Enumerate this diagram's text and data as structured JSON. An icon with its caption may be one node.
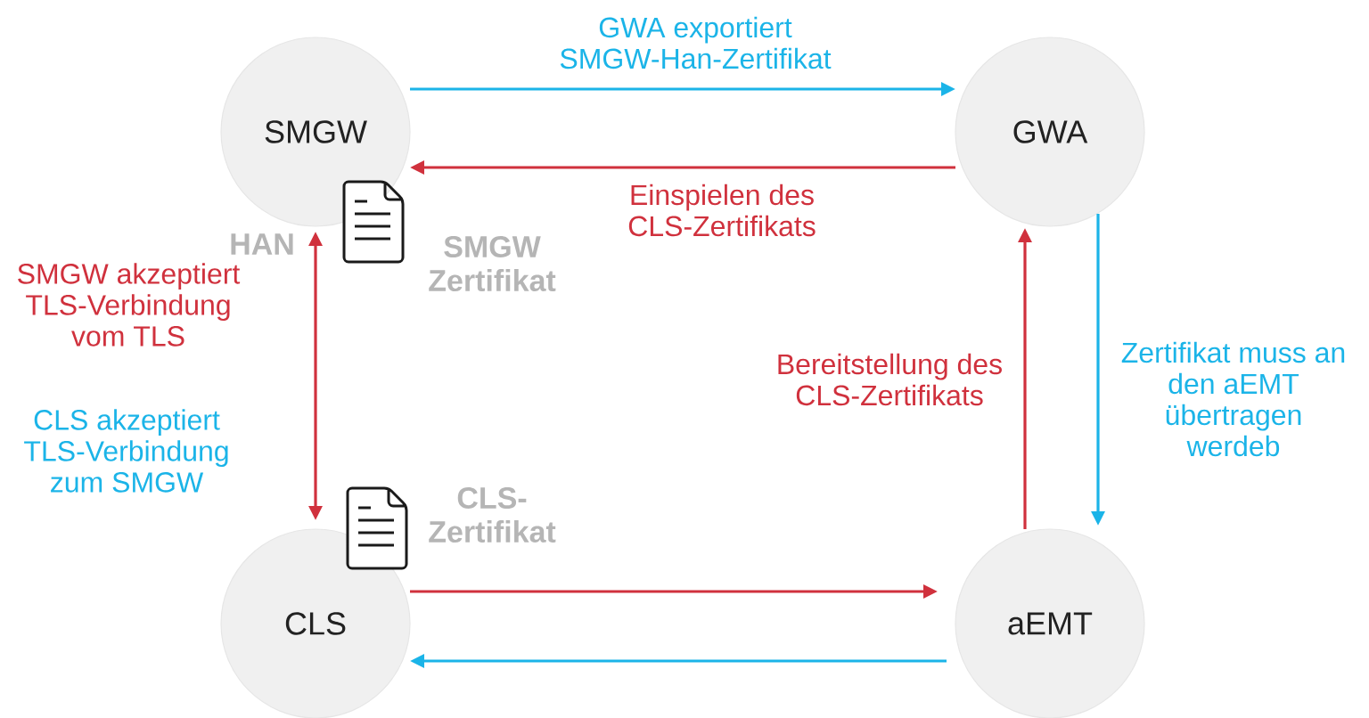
{
  "diagram": {
    "nodes": [
      {
        "text": [
          "SMGW"
        ]
      },
      {
        "text": [
          "GWA"
        ]
      },
      {
        "text": [
          "CLS"
        ]
      },
      {
        "text": [
          "aEMT"
        ]
      }
    ],
    "edges": [
      {
        "from": 0,
        "to": 1,
        "arrow": "to",
        "label": "GWA exportiert SMGW-Han-Zertifikat",
        "color": "#1bb4e8"
      },
      {
        "from": 1,
        "to": 0,
        "arrow": "to",
        "label": "Einspielen des CLS-Zertifikats",
        "color": "#d0313d"
      },
      {
        "from": 0,
        "to": 2,
        "arrow": "both",
        "label": "SMGW akzeptiert TLS-Verbindung vom TLS",
        "color": "#d0313d"
      },
      {
        "from": 2,
        "to": 3,
        "arrow": "to",
        "color": "#d0313d"
      },
      {
        "from": 3,
        "to": 2,
        "arrow": "to",
        "color": "#1bb4e8"
      },
      {
        "from": 3,
        "to": 1,
        "arrow": "to",
        "label": "Bereitstellung des CLS-Zertifikats",
        "color": "#d0313d"
      },
      {
        "from": 1,
        "to": 3,
        "arrow": "to",
        "label": "Zertifikat muss an den aEMT übertragen werdeb",
        "color": "#1bb4e8"
      }
    ],
    "labels": [
      "HAN",
      "SMGW Zertifikat",
      "CLS akzeptiert TLS-Verbindung zum SMGW",
      "CLS- Zertifikat"
    ]
  }
}
